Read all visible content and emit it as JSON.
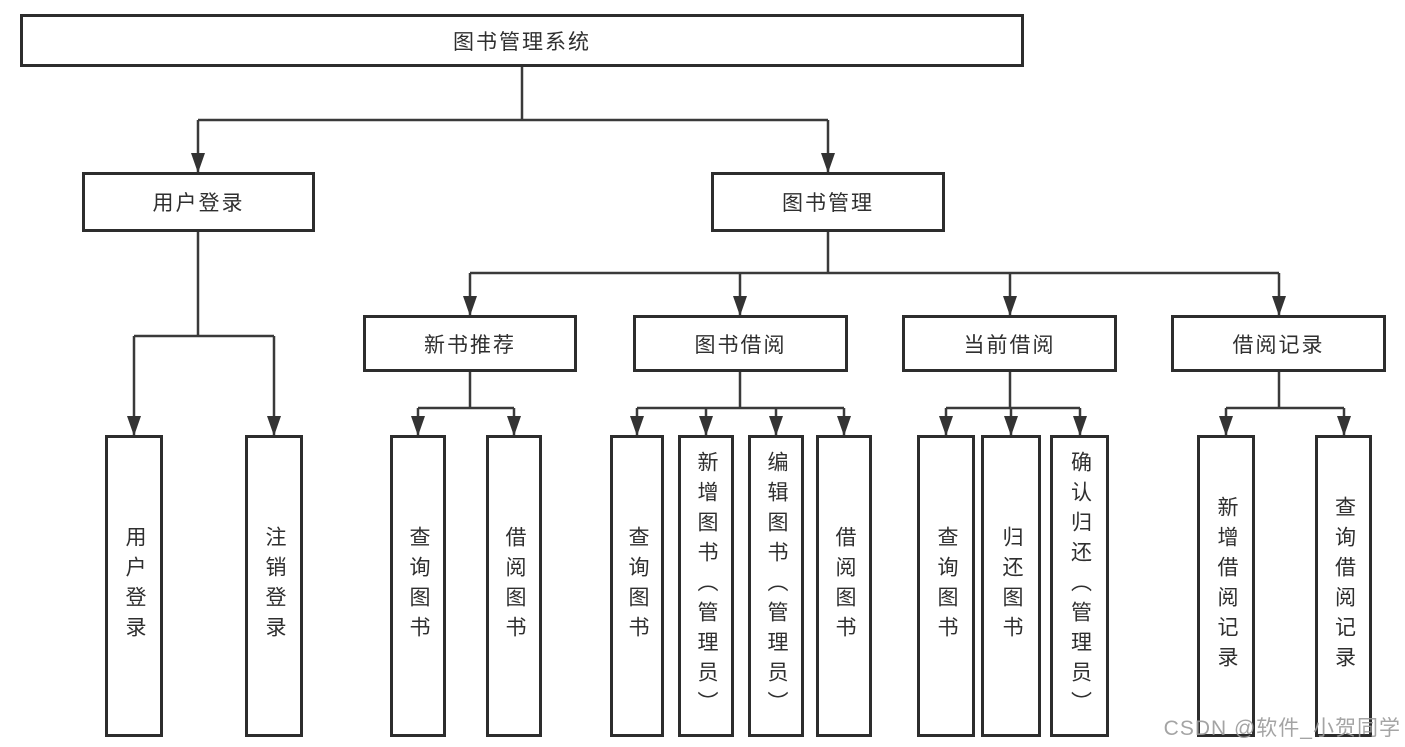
{
  "diagram": {
    "root": {
      "label": "图书管理系统"
    },
    "level2": [
      "用户登录",
      "图书管理"
    ],
    "level3": [
      "新书推荐",
      "图书借阅",
      "当前借阅",
      "借阅记录"
    ],
    "leaves": {
      "user_login": [
        "用户登录",
        "注销登录"
      ],
      "new_book_recommend": [
        "查询图书",
        "借阅图书"
      ],
      "book_borrow": [
        "查询图书",
        "新增图书（管理员）",
        "编辑图书（管理员）",
        "借阅图书"
      ],
      "current_borrow": [
        "查询图书",
        "归还图书",
        "确认归还（管理员）"
      ],
      "borrow_records": [
        "新增借阅记录",
        "查询借阅记录"
      ]
    },
    "colors": {
      "line": "#3a3a3a",
      "arrow": "#333333",
      "box_border": "#2d2d2d",
      "box_fill": "#ffffff",
      "text": "#2f2f2f",
      "watermark": "#9b9b9b"
    }
  },
  "watermark": {
    "text": "CSDN @软件_小贺同学"
  }
}
